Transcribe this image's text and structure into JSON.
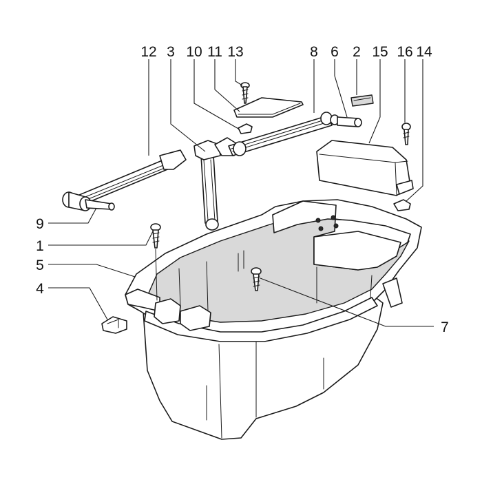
{
  "diagram": {
    "callouts": [
      {
        "id": "12",
        "label": "12"
      },
      {
        "id": "3",
        "label": "3"
      },
      {
        "id": "10",
        "label": "10"
      },
      {
        "id": "11",
        "label": "11"
      },
      {
        "id": "13",
        "label": "13"
      },
      {
        "id": "8",
        "label": "8"
      },
      {
        "id": "6",
        "label": "6"
      },
      {
        "id": "2",
        "label": "2"
      },
      {
        "id": "15",
        "label": "15"
      },
      {
        "id": "16",
        "label": "16"
      },
      {
        "id": "14",
        "label": "14"
      },
      {
        "id": "9",
        "label": "9"
      },
      {
        "id": "1",
        "label": "1"
      },
      {
        "id": "5",
        "label": "5"
      },
      {
        "id": "4",
        "label": "4"
      },
      {
        "id": "7",
        "label": "7"
      }
    ]
  }
}
